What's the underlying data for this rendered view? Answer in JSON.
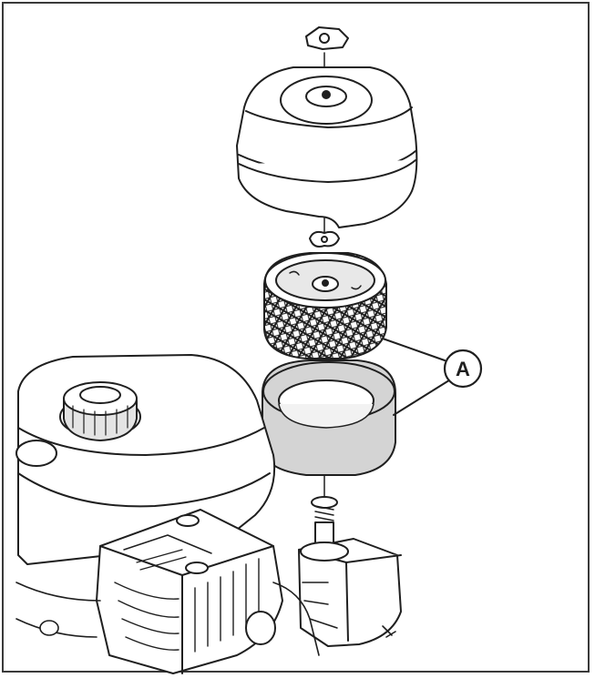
{
  "diagram": {
    "callout_label": "A",
    "colors": {
      "line": "#1f1f1f",
      "fill": "#ffffff",
      "shade": "#d9d9d9",
      "dark": "#8a8a8a"
    },
    "icons": [
      "air-cleaner-cover",
      "wing-nut",
      "paper-filter-element",
      "foam-filter-element",
      "air-cleaner-base",
      "fuel-tank",
      "fuel-cap",
      "engine-block"
    ]
  }
}
